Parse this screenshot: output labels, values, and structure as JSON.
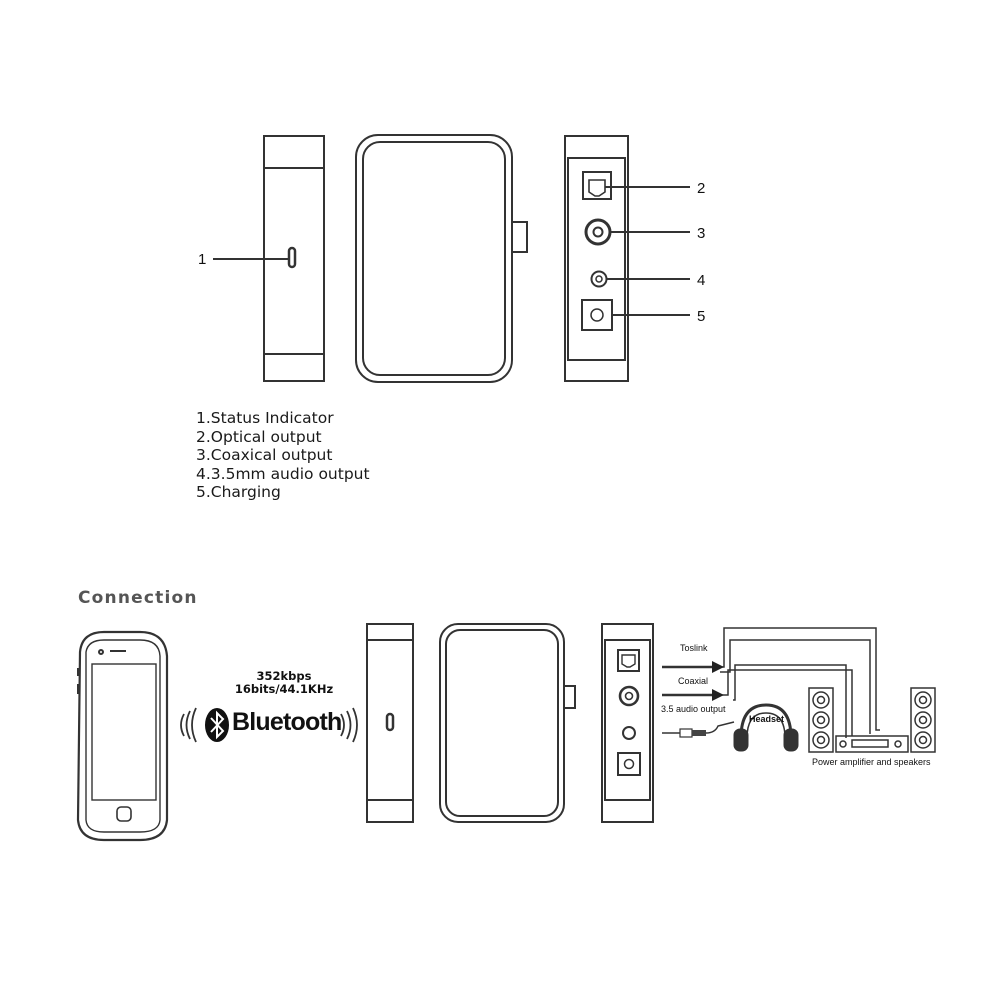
{
  "callouts": {
    "c1": "1",
    "c2": "2",
    "c3": "3",
    "c4": "4",
    "c5": "5"
  },
  "legend": [
    "1.Status Indicator",
    "2.Optical output",
    "3.Coaxical output",
    "4.3.5mm audio output",
    "5.Charging"
  ],
  "connection": {
    "title": "Connection",
    "rate_line1": "352kbps",
    "rate_line2": "16bits/44.1KHz",
    "bluetooth_word": "Bluetooth",
    "labels": {
      "toslink": "Toslink",
      "coaxial": "Coaxial",
      "audio35": "3.5 audio output",
      "headset": "Headset",
      "amplifier": "Power amplifier and speakers"
    }
  },
  "colors": {
    "line": "#333333",
    "fill": "#ffffff",
    "accent": "#111111"
  }
}
